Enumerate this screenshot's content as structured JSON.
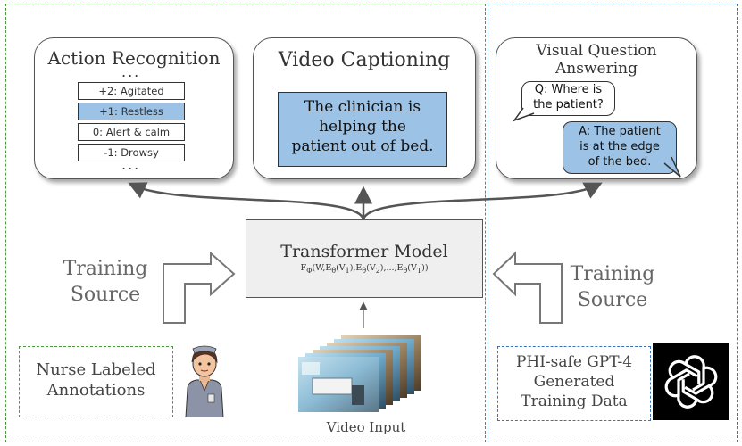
{
  "action_recognition": {
    "title": "Action Recognition",
    "dots_top": "...",
    "items": [
      "+2: Agitated",
      "+1: Restless",
      "0: Alert & calm",
      "-1: Drowsy"
    ],
    "dots_bottom": "...",
    "selected_color": "#9cc3e6"
  },
  "video_captioning": {
    "title": "Video Captioning",
    "caption_lines": [
      "The clinician is",
      "helping the",
      "patient out of bed."
    ]
  },
  "vqa": {
    "title_lines": [
      "Visual Question",
      "Answering"
    ],
    "question_lines": [
      "Q: Where is",
      "the patient?"
    ],
    "answer_lines": [
      "A: The patient",
      "is at the edge",
      "of the bed."
    ]
  },
  "model": {
    "title": "Transformer Model",
    "formula": "F_Φ(W,E_θ(V_1),E_θ(V_2),...,E_θ(V_T))"
  },
  "training_left": {
    "lines": [
      "Training",
      "Source"
    ]
  },
  "training_right": {
    "lines": [
      "Training",
      "Source"
    ]
  },
  "nurse_source": {
    "lines": [
      "Nurse Labeled",
      "Annotations"
    ]
  },
  "gpt_source": {
    "lines": [
      "PHI-safe GPT-4",
      "Generated",
      "Training Data"
    ]
  },
  "video_input": {
    "label": "Video Input"
  },
  "colors": {
    "green_dash": "#4d9a3e",
    "blue_dash": "#3a73b8",
    "highlight": "#9cc3e6",
    "model_fill": "#efefef"
  }
}
